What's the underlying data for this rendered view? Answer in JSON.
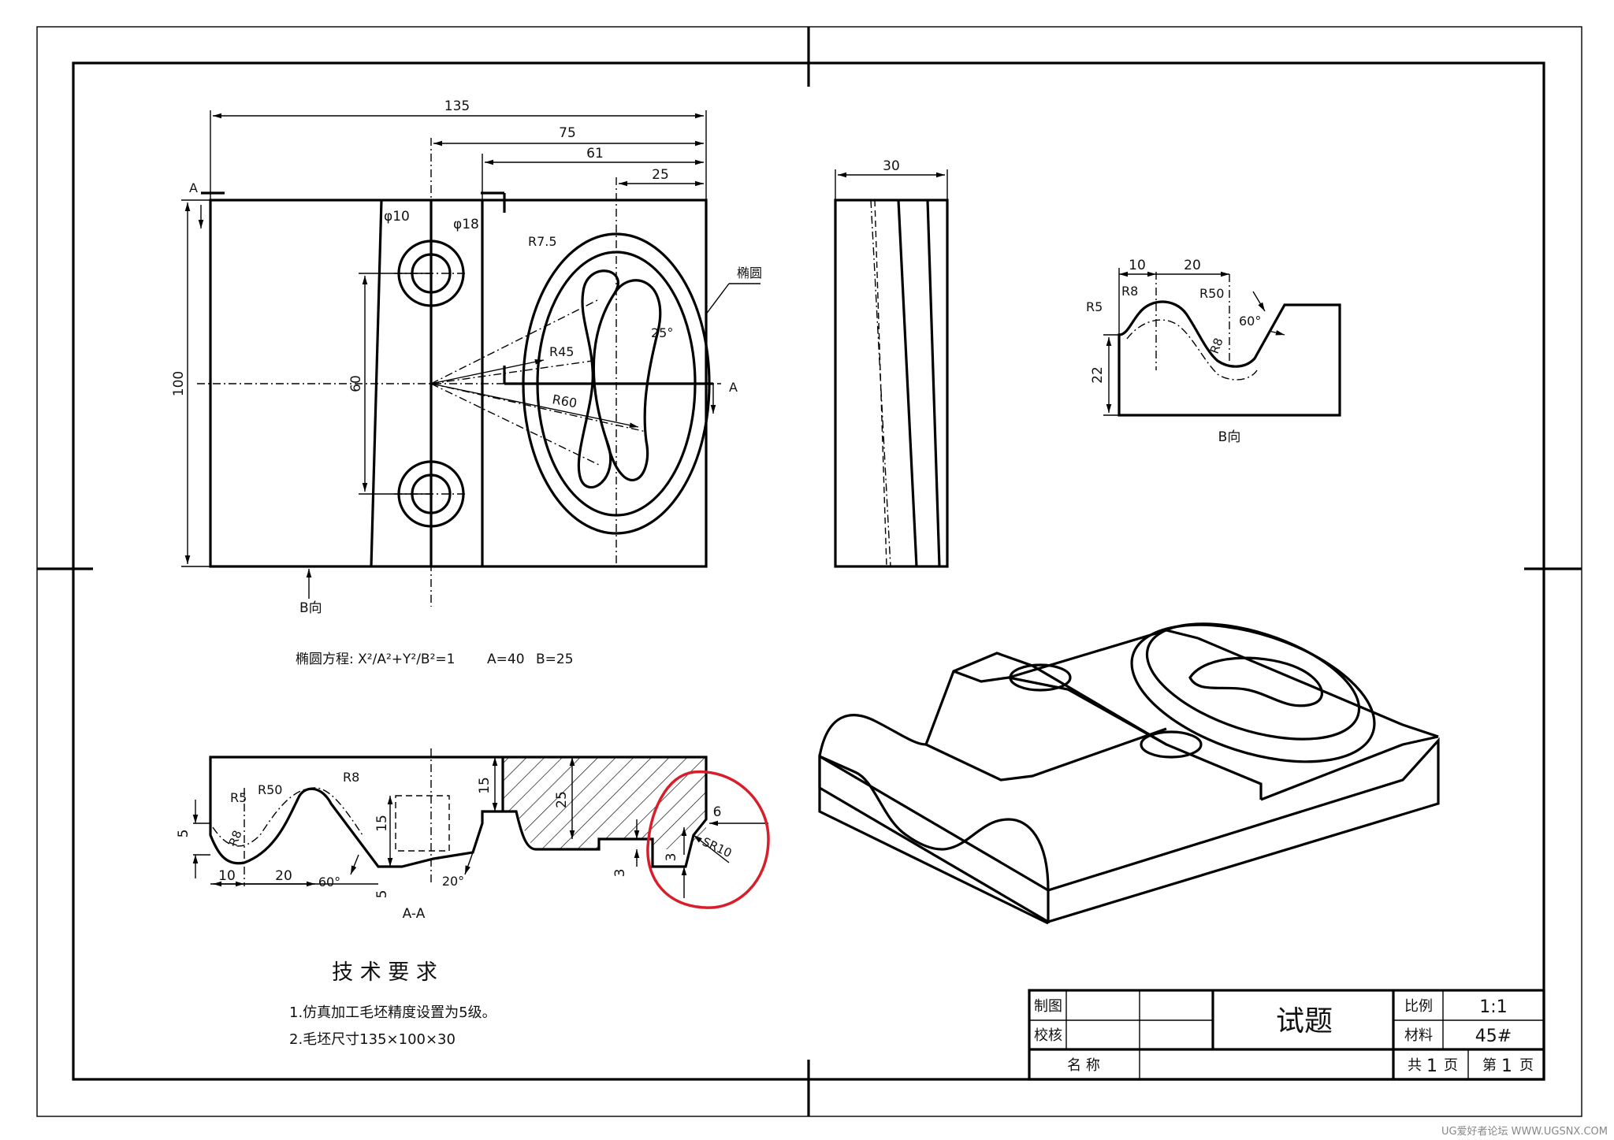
{
  "drawing": {
    "title": "试题",
    "scale_label": "比例",
    "scale_value": "1:1",
    "material_label": "材料",
    "material_value": "45#",
    "drawn_by_label": "制图",
    "checked_by_label": "校核",
    "name_label": "名      称",
    "sheets": {
      "prefix": "共",
      "total": "1",
      "mid": "页",
      "prefix2": "第",
      "current": "1",
      "suffix": "页"
    }
  },
  "front_view": {
    "dims": {
      "overall_width": "135",
      "d75": "75",
      "d61": "61",
      "d25": "25",
      "height": "100",
      "d60": "60",
      "hole_small": "φ10",
      "hole_big": "φ18",
      "r7_5": "R7.5",
      "r45": "R45",
      "r60": "R60",
      "angle": "25°",
      "ellipse_note": "椭圆"
    },
    "section_mark": "A",
    "b_dir": "B向"
  },
  "side_view": {
    "dim_width": "30"
  },
  "b_view": {
    "d10": "10",
    "d20": "20",
    "r8": "R8",
    "r5": "R5",
    "r50": "R50",
    "r8b": "R8",
    "angle": "60°",
    "d22": "22",
    "label": "B向"
  },
  "ellipse_equation": {
    "text": "椭圆方程: X²/A²+Y²/B²=1",
    "a": "A=40",
    "b": "B=25"
  },
  "section_view": {
    "r5": "R5",
    "r50": "R50",
    "r8": "R8",
    "r8b": "R8",
    "d5": "5",
    "d10": "10",
    "d20": "20",
    "a60": "60°",
    "d5b": "5",
    "d15": "15",
    "a20": "20°",
    "d15b": "15",
    "d25": "25",
    "d3": "3",
    "d3b": "3",
    "d6": "6",
    "sr10": "SR10",
    "label": "A-A"
  },
  "tech_req": {
    "title": "技 术 要 求",
    "items": [
      "1.仿真加工毛坯精度设置为5级。",
      "2.毛坯尺寸135×100×30"
    ]
  },
  "watermark": "UG爱好者论坛 WWW.UGSNX.COM",
  "colors": {
    "line": "#000000",
    "highlight": "#d81e2a"
  }
}
